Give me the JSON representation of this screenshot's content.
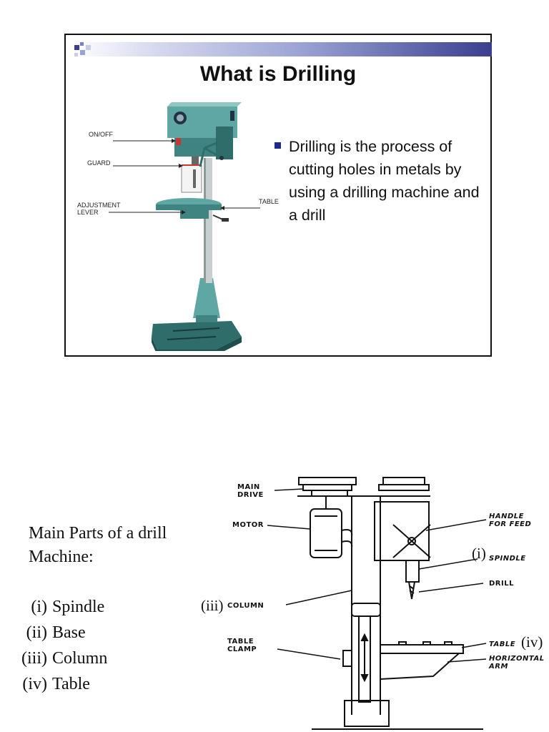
{
  "slide": {
    "title": "What is Drilling",
    "bullet": "Drilling is the process of cutting holes in metals by using a drilling machine and a drill",
    "labels": {
      "on_off": "ON/OFF",
      "guard": "GUARD",
      "adjustment_lever": "ADJUSTMENT\nLEVER",
      "table": "TABLE"
    },
    "colors": {
      "machine": "#5fa7a4",
      "machine_dark": "#2f6d6b",
      "bullet": "#1b2b8c",
      "bar_end": "#3a3f8f"
    }
  },
  "parts": {
    "heading_line1": "Main Parts of a drill",
    "heading_line2": "Machine:",
    "items": [
      {
        "num": "(i)",
        "name": "Spindle"
      },
      {
        "num": "(ii)",
        "name": "Base"
      },
      {
        "num": "(iii)",
        "name": "Column"
      },
      {
        "num": "(iv)",
        "name": "Table"
      }
    ]
  },
  "diagram": {
    "labels": {
      "main_drive": "MAIN\nDRIVE",
      "motor": "MOTOR",
      "handle_for_feed": "HANDLE\nFOR FEED",
      "spindle": "SPINDLE",
      "drill": "DRILL",
      "column": "COLUMN",
      "table_clamp": "TABLE\nCLAMP",
      "table": "TABLE",
      "horizontal_arm": "HORIZONTAL\nARM"
    },
    "annotations": {
      "spindle_num": "(i)",
      "column_num": "(iii)",
      "table_num": "(iv)"
    }
  }
}
